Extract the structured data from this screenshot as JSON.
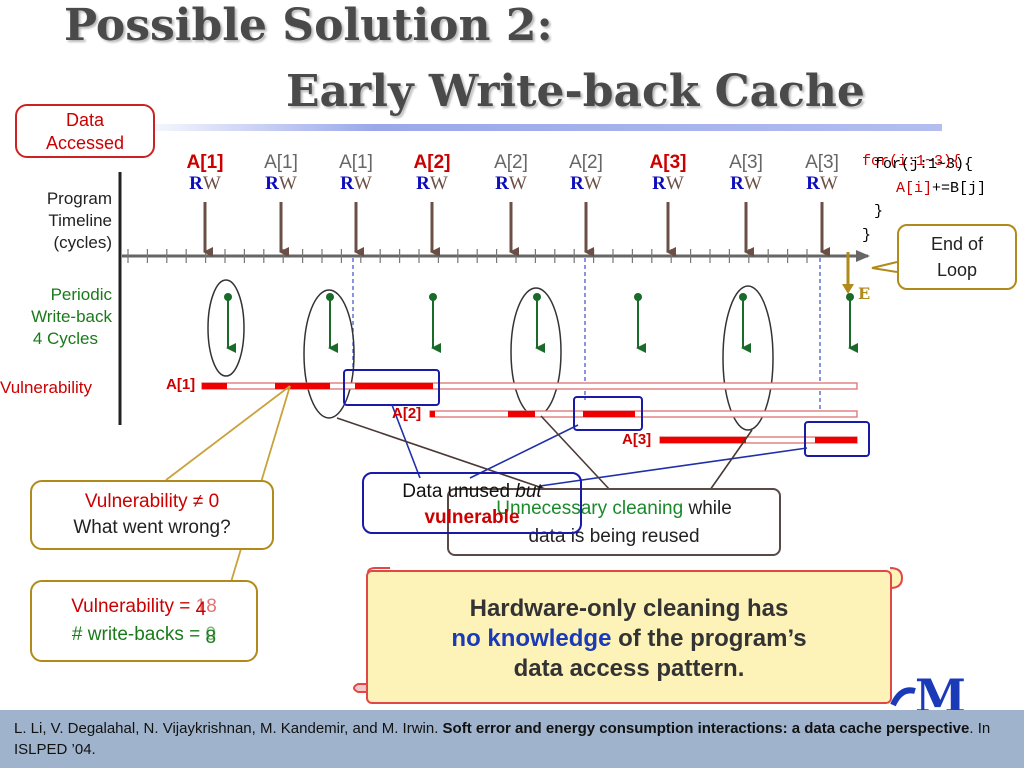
{
  "title": {
    "line1": "Possible Solution 2:",
    "line2": "Early Write-back Cache"
  },
  "data_accessed": "Data\nAccessed",
  "timeline_label": [
    "Program",
    "Timeline",
    "(cycles)"
  ],
  "periodic_label": [
    "Periodic",
    "Write-back",
    "4 Cycles"
  ],
  "vulnerability_label": "Vulnerability",
  "accesses": [
    {
      "label": "A[1]",
      "r": "R",
      "w": "W",
      "highlight": true
    },
    {
      "label": "A[1]",
      "r": "R",
      "w": "W",
      "highlight": false
    },
    {
      "label": "A[1]",
      "r": "R",
      "w": "W",
      "highlight": false
    },
    {
      "label": "A[2]",
      "r": "R",
      "w": "W",
      "highlight": true
    },
    {
      "label": "A[2]",
      "r": "R",
      "w": "W",
      "highlight": false
    },
    {
      "label": "A[2]",
      "r": "R",
      "w": "W",
      "highlight": false
    },
    {
      "label": "A[3]",
      "r": "R",
      "w": "W",
      "highlight": true
    },
    {
      "label": "A[3]",
      "r": "R",
      "w": "W",
      "highlight": false
    },
    {
      "label": "A[3]",
      "r": "R",
      "w": "W",
      "highlight": false
    }
  ],
  "code": {
    "line1": "for(i:1~3){",
    "line2a": "for(j:1~3){",
    "line3a": "A[i]",
    "line3b": "+=B[j]",
    "line4": "}",
    "line5": "}"
  },
  "end_of_loop": "End of\nLoop",
  "e_marker": "E",
  "bar_labels": [
    "A[1]",
    "A[2]",
    "A[3]"
  ],
  "vuln_callout": {
    "line1": "Vulnerability ≠ 0",
    "line2": "What went wrong?"
  },
  "vuln_count": {
    "line1_prefix": "Vulnerability = ",
    "line1_old": "18",
    "line1_new": "4",
    "line2_prefix": "# write-backs = ",
    "line2_old": "0",
    "line2_new": "8"
  },
  "unused_callout": {
    "line1": "Data unused ",
    "line1_em": "but",
    "line2": "vulnerable"
  },
  "unnecessary_callout": {
    "part1": "Unnecessary cleaning",
    "part2": " while",
    "line2": "data is being reused"
  },
  "scroll": {
    "line1": "Hardware-only cleaning has",
    "line2a": "no knowledge",
    "line2b": " of the program’s",
    "line3": "data access pattern."
  },
  "footer": {
    "authors": "L. Li, V. Degalahal, N. Vijaykrishnan, M. Kandemir, and M. Irwin. ",
    "paper": "Soft error and energy consumption interactions: a data cache perspective",
    "venue": ". In ISLPED ’04."
  },
  "colors": {
    "accent_red": "#cc0000",
    "blue": "#0d0dbb",
    "green": "#1a7a1a",
    "gold": "#b08a1a",
    "dark_arrow": "#6b4f46"
  }
}
